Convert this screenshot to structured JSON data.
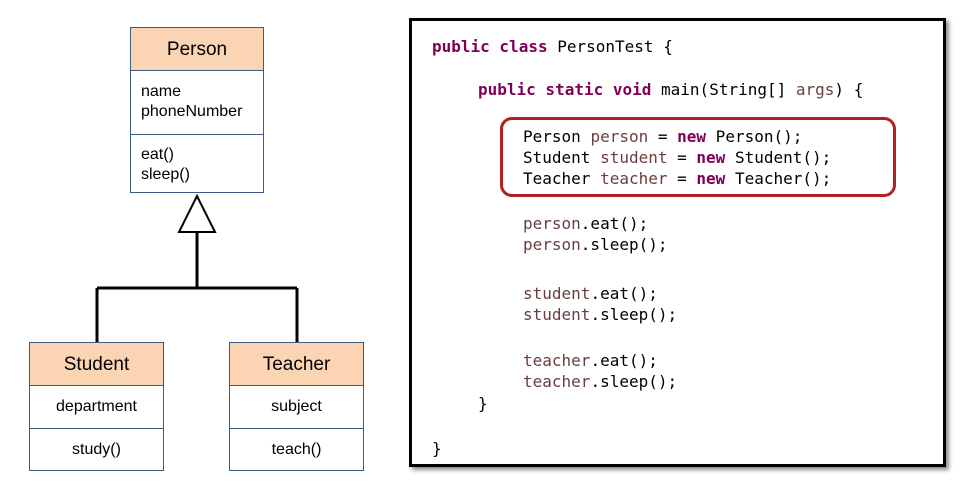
{
  "uml": {
    "person": {
      "name": "Person",
      "attributes": [
        "name",
        "phoneNumber"
      ],
      "methods": [
        "eat()",
        "sleep()"
      ]
    },
    "student": {
      "name": "Student",
      "attribute": "department",
      "method": "study()"
    },
    "teacher": {
      "name": "Teacher",
      "attribute": "subject",
      "method": "teach()"
    }
  },
  "code": {
    "class_decl": {
      "kw": "public class",
      "rest": " PersonTest {"
    },
    "main_decl": {
      "kw": "public static void",
      "mid": " main(String[] ",
      "arg": "args",
      "end": ") {"
    },
    "decl1": {
      "type": "Person ",
      "var": "person",
      "eq": " = ",
      "kw": "new",
      "ctor": " Person();"
    },
    "decl2": {
      "type": "Student ",
      "var": "student",
      "eq": " = ",
      "kw": "new",
      "ctor": " Student();"
    },
    "decl3": {
      "type": "Teacher ",
      "var": "teacher",
      "eq": " = ",
      "kw": "new",
      "ctor": " Teacher();"
    },
    "call1": {
      "var": "person",
      "rest": ".eat();"
    },
    "call2": {
      "var": "person",
      "rest": ".sleep();"
    },
    "call3": {
      "var": "student",
      "rest": ".eat();"
    },
    "call4": {
      "var": "student",
      "rest": ".sleep();"
    },
    "call5": {
      "var": "teacher",
      "rest": ".eat();"
    },
    "call6": {
      "var": "teacher",
      "rest": ".sleep();"
    },
    "close_method": "}",
    "close_class": "}"
  },
  "colors": {
    "uml_header_fill": "#fbd4b4",
    "uml_border": "#3d5a80",
    "keyword": "#7f0055",
    "variable": "#6a3e3e",
    "highlight_border": "#b22222"
  }
}
